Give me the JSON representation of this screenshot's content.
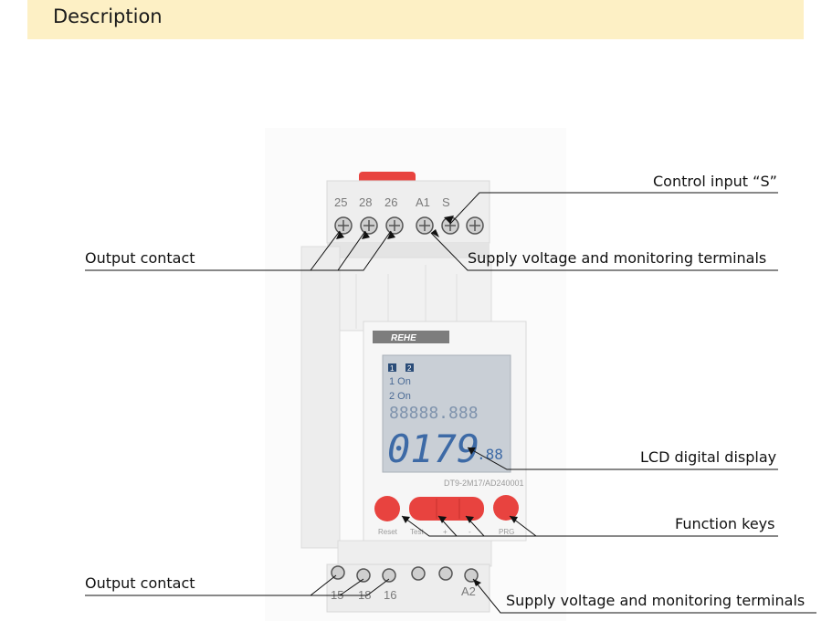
{
  "header": {
    "title": "Description"
  },
  "callouts": {
    "control_input": "Control input “S”",
    "output_contact_top": "Output contact",
    "supply_top": "Supply voltage and monitoring terminals",
    "lcd": "LCD digital display",
    "function_keys": "Function keys",
    "output_contact_bottom": "Output contact",
    "supply_bottom": "Supply voltage and monitoring terminals"
  },
  "device": {
    "brand": "REHE",
    "model": "DT9-2M17/AD240001",
    "top_terminals": [
      "25",
      "28",
      "26",
      "A1",
      "S"
    ],
    "bottom_terminals": [
      "15",
      "18",
      "16",
      "A2"
    ],
    "keys": [
      "Reset",
      "Test",
      "+",
      "-",
      "PRG"
    ],
    "lcd": {
      "relay1": "1",
      "relay2": "2",
      "line1": "1 On",
      "line2": "2 On",
      "segment_text": "88888.888",
      "main_value": "0179",
      "main_decimal": ".88"
    },
    "colors": {
      "accent": "#e8433f",
      "body": "#f2f2f2",
      "lcd": "#c9cfd6",
      "header_bg": "#fdf0c5"
    }
  }
}
